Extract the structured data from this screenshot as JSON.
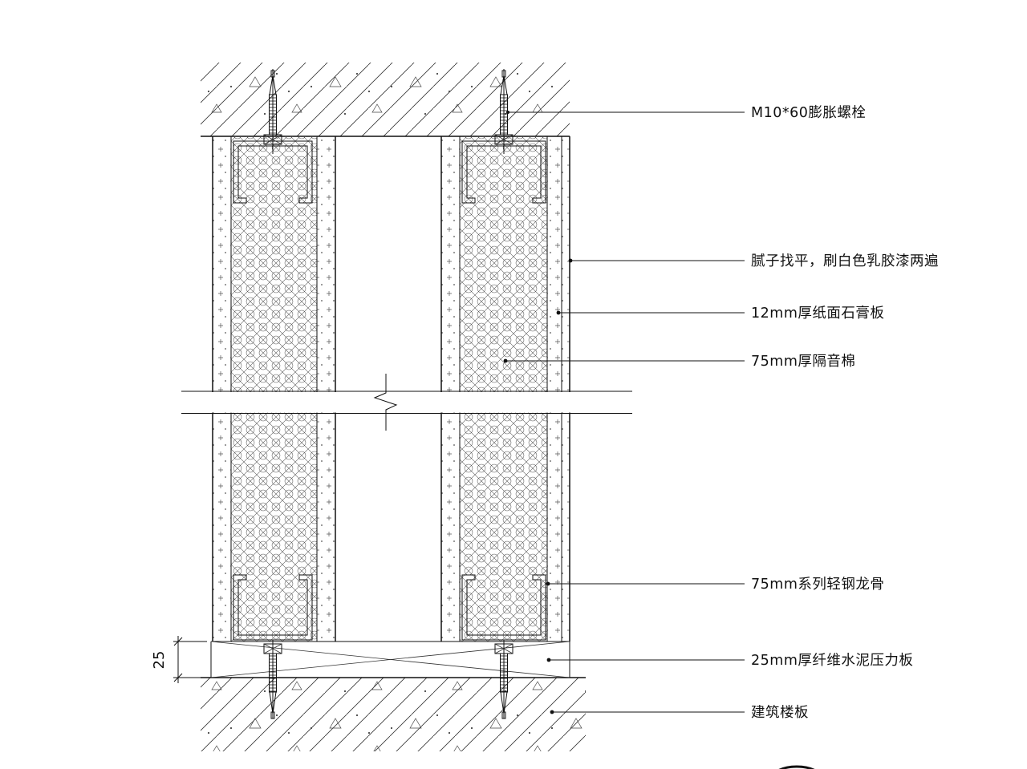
{
  "drawing": {
    "type": "partition-wall-construction-detail",
    "background": "#ffffff",
    "line_color": "#111111",
    "labels": {
      "bolt": "M10*60膨胀螺栓",
      "putty": "腻子找平，刷白色乳胶漆两遍",
      "gypsum": "12mm厚纸面石膏板",
      "insulation": "75mm厚隔音棉",
      "stud": "75mm系列轻钢龙骨",
      "cement_board": "25mm厚纤维水泥压力板",
      "floor_slab": "建筑楼板"
    },
    "dimension": "25"
  }
}
